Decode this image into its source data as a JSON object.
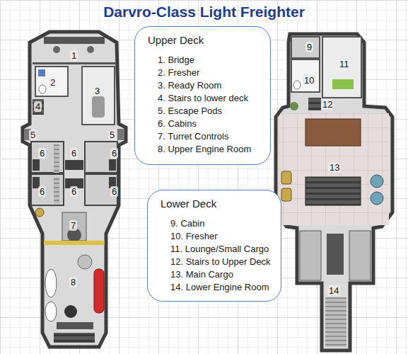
{
  "diagram": {
    "title": "Darvro-Class Light Freighter",
    "nodes": [
      {
        "text": [
          "Upper Deck",
          "1. Bridge",
          "2. Fresher",
          "3. Ready Room",
          "4. Stairs to lower deck",
          "5. Escape Pods",
          "6. Cabins",
          "7. Turret Controls",
          "8. Upper Engine Room"
        ]
      },
      {
        "text": [
          "Lower Deck",
          "9. Cabin",
          "10. Fresher",
          "11. Lounge/Small Cargo",
          "12. Stairs to Upper Deck",
          "13. Main Cargo",
          "14. Lower Engine Room"
        ]
      }
    ],
    "labels": [
      "1",
      "2",
      "3",
      "4",
      "5",
      "5",
      "6",
      "6",
      "6",
      "6",
      "6",
      "6",
      "7",
      "8",
      "9",
      "10",
      "11",
      "12",
      "13",
      "14"
    ]
  }
}
